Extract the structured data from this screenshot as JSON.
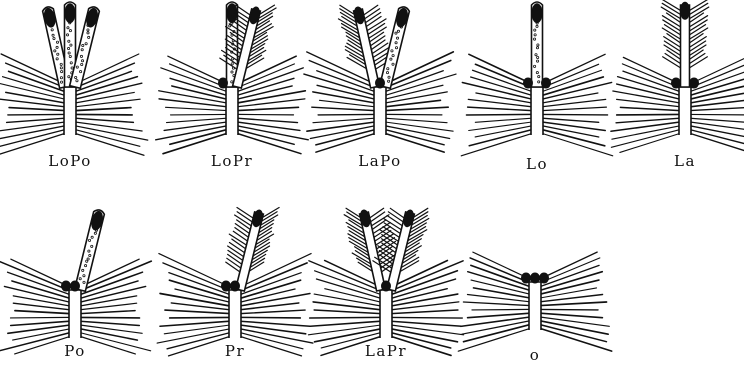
{
  "figure": {
    "colors": {
      "ink": "#111111",
      "paper": "#ffffff"
    },
    "panels": [
      {
        "label": "LoPo",
        "branches": [
          "left-long-spotted",
          "middle-long-spotted",
          "right-long-spotted"
        ]
      },
      {
        "label": "LoPr",
        "branches": [
          "middle-long-spotted",
          "right-feathered"
        ]
      },
      {
        "label": "LaPo",
        "branches": [
          "left-feathered",
          "right-long-spotted"
        ]
      },
      {
        "label": "Lo",
        "branches": [
          "middle-long-spotted"
        ]
      },
      {
        "label": "La",
        "branches": [
          "middle-feathered"
        ]
      },
      {
        "label": "Po",
        "branches": [
          "right-long-spotted"
        ]
      },
      {
        "label": "Pr",
        "branches": [
          "right-feathered"
        ]
      },
      {
        "label": "LaPr",
        "branches": [
          "left-feathered",
          "right-feathered"
        ]
      },
      {
        "label": "o",
        "branches": []
      }
    ]
  }
}
